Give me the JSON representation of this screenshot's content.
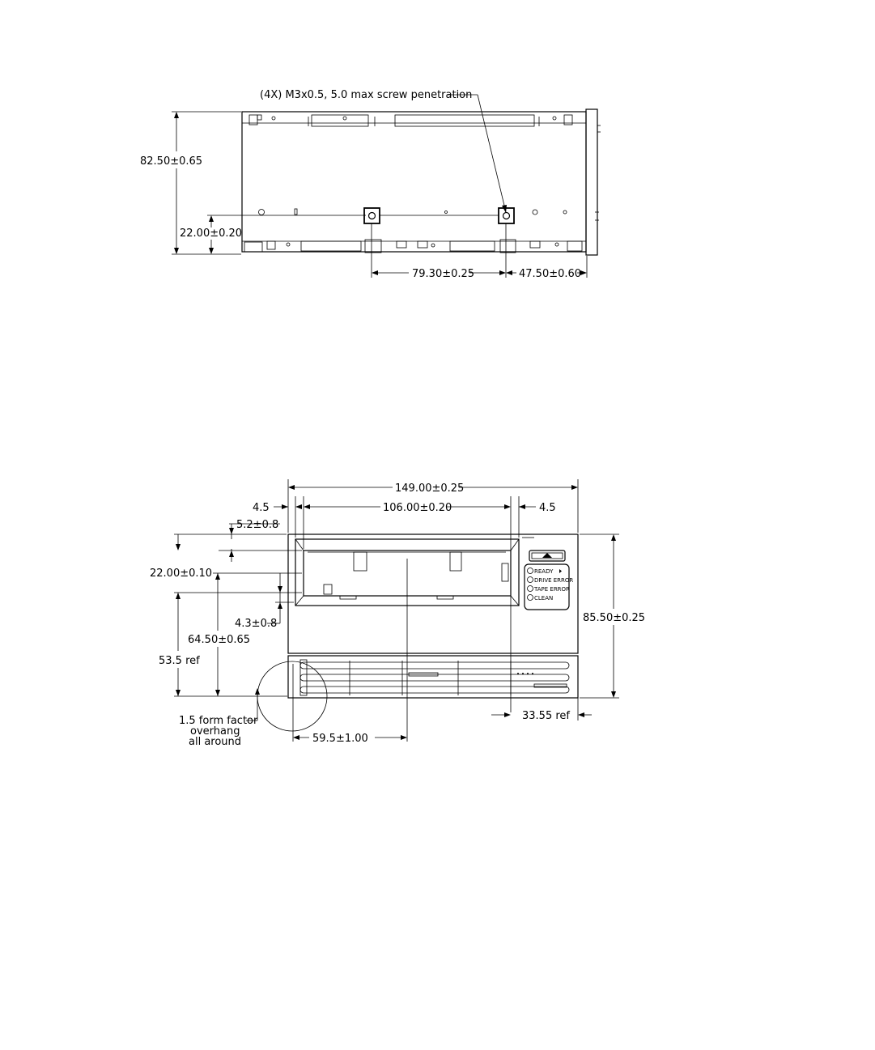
{
  "side_view": {
    "callout": "(4X) M3x0.5, 5.0 max screw penetration",
    "dim_height": "82.50±0.65",
    "dim_hole_height": "22.00±0.20",
    "dim_hole_spacing": "79.30±0.25",
    "dim_hole_to_front": "47.50±0.60"
  },
  "front_view": {
    "dim_total_width": "149.00±0.25",
    "dim_left_offset": "4.5",
    "dim_opening_width": "106.00±0.20",
    "dim_right_offset": "4.5",
    "dim_top_gap": "5.2±0.8",
    "dim_opening_height": "22.00±0.10",
    "dim_gap_below": "4.3±0.8",
    "dim_opening_bottom": "64.50±0.65",
    "dim_ref_height": "53.5 ref",
    "dim_total_height": "85.50±0.25",
    "dim_ref_right": "33.55 ref",
    "dim_center": "59.5±1.00",
    "overhang_note": [
      "1.5 form factor",
      "overhang",
      "all around"
    ],
    "leds": [
      "READY",
      "DRIVE ERROR",
      "TAPE ERROR",
      "CLEAN"
    ]
  }
}
